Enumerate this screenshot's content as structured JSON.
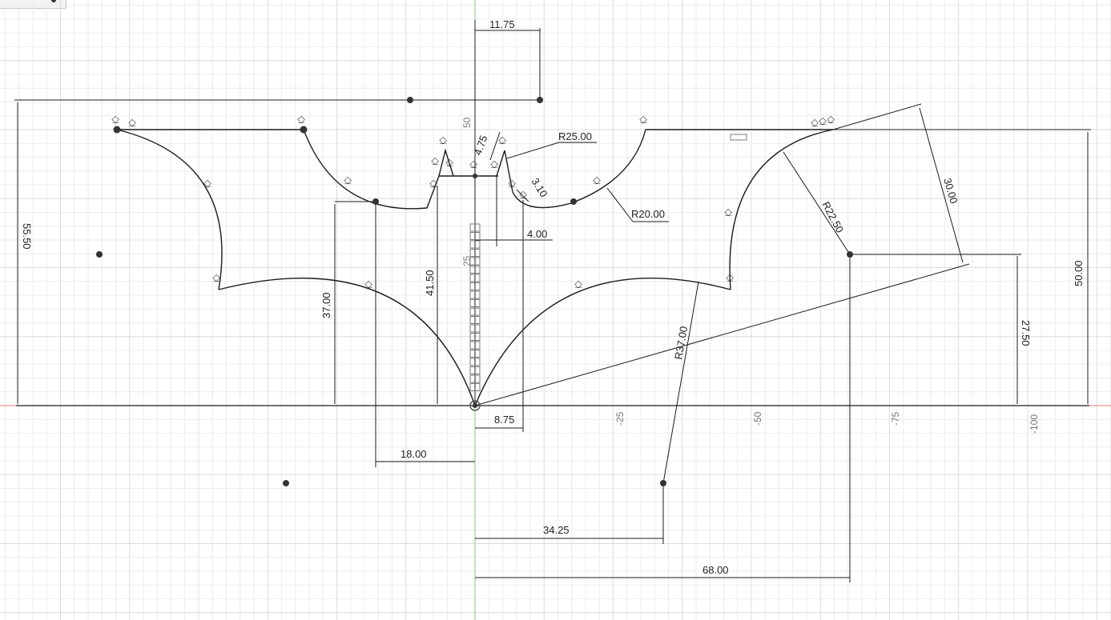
{
  "colors": {
    "grid_minor": "#ececec",
    "grid_major": "#dcdcdc",
    "axis_red": "#e87a7a",
    "axis_green": "#7cd27c",
    "sketch": "#1c1c1c",
    "constraint": "#7a7a7a"
  },
  "axis_ticks": [
    "-25",
    "-50",
    "-75",
    "-100"
  ],
  "vertical_axis_ticks": [
    "50",
    "25"
  ],
  "dimensions": {
    "top_width": "11.75",
    "left_height": "55.50",
    "right_height": "50.00",
    "radius_top": "R25.00",
    "radius_mid": "R20.00",
    "radius_right": "R22.50",
    "radius_big": "R37.00",
    "ear_height": "4.75",
    "ear_tip": "3.10",
    "ear_offset": "4.00",
    "right_arc_dist": "30.00",
    "inner_left_height": "41.50",
    "inner_left_37": "37.00",
    "center_right": "27.50",
    "bottom_875": "8.75",
    "bottom_18": "18.00",
    "bottom_3425": "34.25",
    "bottom_68": "68.00"
  }
}
